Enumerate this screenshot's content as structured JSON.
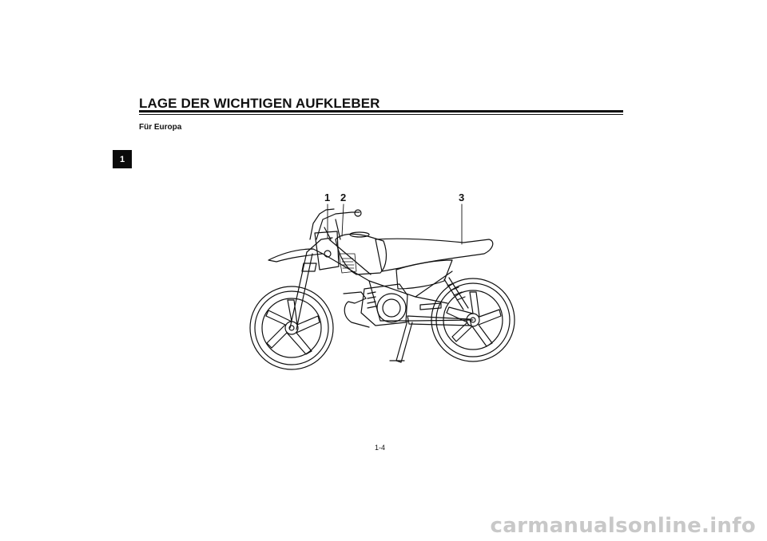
{
  "header": {
    "title": "LAGE DER WICHTIGEN AUFKLEBER",
    "subtitle": "Für Europa"
  },
  "sidebar": {
    "chapter_number": "1"
  },
  "figure": {
    "callouts": [
      "1",
      "2",
      "3"
    ]
  },
  "footer": {
    "page_number": "1-4"
  },
  "watermark": {
    "text": "carmanualsonline.info"
  },
  "colors": {
    "ink": "#111111",
    "tab": "#0b0b0b",
    "watermark": "#c8c8c8"
  }
}
